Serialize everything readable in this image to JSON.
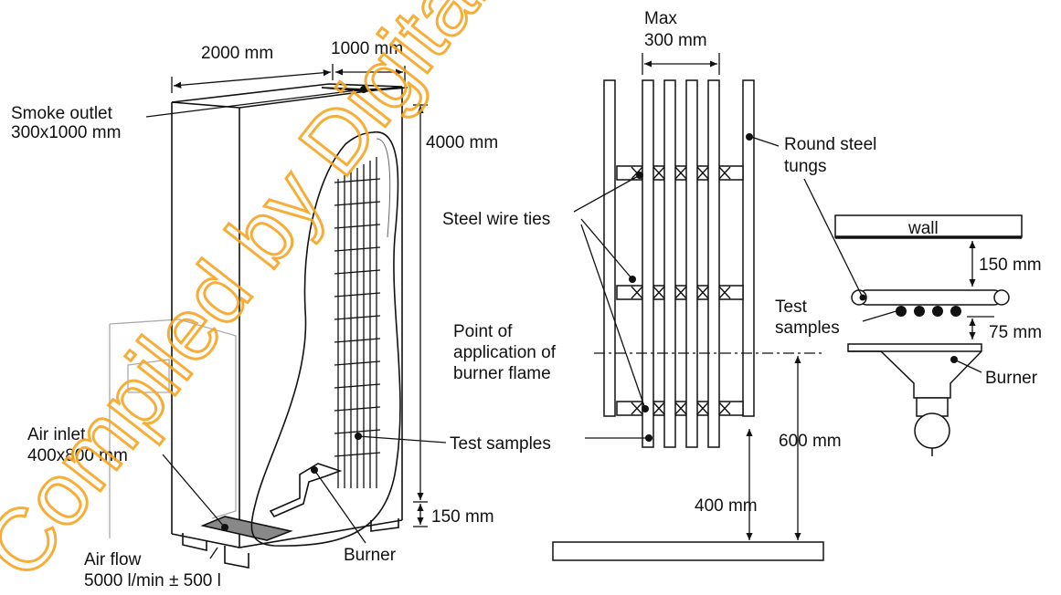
{
  "watermark": "Compiled by Digital Stout",
  "left_figure": {
    "width_label": "2000 mm",
    "depth_label": "1000 mm",
    "smoke_outlet_line1": "Smoke outlet",
    "smoke_outlet_line2": "300x1000 mm",
    "height_label": "4000 mm",
    "air_inlet_line1": "Air inlet",
    "air_inlet_line2": "400x800 mm",
    "base_height_label": "150 mm",
    "air_flow_line1": "Air flow",
    "air_flow_line2": "5000 l/min ± 500 l",
    "burner_label": "Burner"
  },
  "middle_figure": {
    "max_line1": "Max",
    "max_line2": "300 mm",
    "steel_wire_ties": "Steel wire ties",
    "point_line1": "Point of",
    "point_line2": "application of",
    "point_line3": "burner flame",
    "test_samples": "Test samples",
    "height_600": "600 mm",
    "height_400": "400 mm"
  },
  "right_figure": {
    "round_steel_line1": "Round steel",
    "round_steel_line2": "tungs",
    "wall_label": "wall",
    "gap_150": "150 mm",
    "test_samples_line1": "Test",
    "test_samples_line2": "samples",
    "gap_75": "75 mm",
    "burner_label": "Burner"
  }
}
